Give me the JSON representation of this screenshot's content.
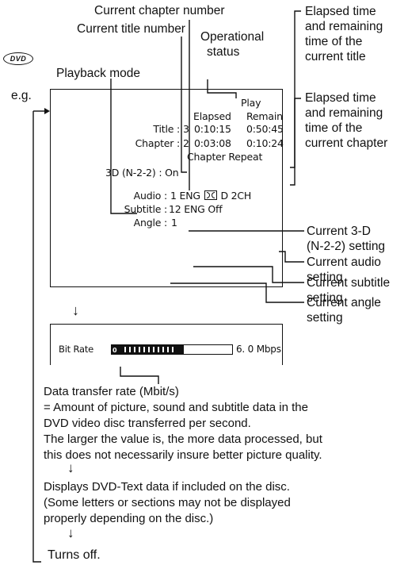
{
  "labels": {
    "current_chapter_number": "Current chapter number",
    "current_title_number": "Current title number",
    "operational_status": [
      "Operational",
      "status"
    ],
    "playback_mode": "Playback mode",
    "eg": "e.g.",
    "elapsed_remaining_title": [
      "Elapsed time",
      "and remaining",
      "time of the",
      "current title"
    ],
    "elapsed_remaining_chapter": [
      "Elapsed time",
      "and remaining",
      "time of the",
      "current chapter"
    ],
    "current_3d_setting": [
      "Current 3-D",
      "(N-2-2) setting"
    ],
    "current_audio_setting": [
      "Current audio",
      "setting"
    ],
    "current_subtitle_setting": [
      "Current subtitle",
      "setting"
    ],
    "current_angle_setting": [
      "Current angle",
      "setting"
    ]
  },
  "logo": "DVD",
  "osd": {
    "status": "Play",
    "col_elapsed": "Elapsed",
    "col_remain": "Remain",
    "title_label": "Title :",
    "title_number": "3",
    "title_elapsed": "0:10:15",
    "title_remain": "0:50:45",
    "chapter_label": "Chapter :",
    "chapter_number": "2",
    "chapter_elapsed": "0:03:08",
    "chapter_remain": "0:10:24",
    "playback_mode": "Chapter Repeat",
    "setting_3d": "3D (N-2-2) : On",
    "audio_label": "Audio :",
    "audio_value_a": "1 ENG",
    "audio_value_b": "D 2CH",
    "subtitle_label": "Subtitle :",
    "subtitle_value": "12 ENG Off",
    "angle_label": "Angle :",
    "angle_value": "1"
  },
  "bitrate": {
    "label": "Bit Rate",
    "scale_min": "0",
    "scale_max": "10",
    "value_text": "6. 0 Mbps",
    "level": 0.6
  },
  "arrow_glyph": "↓",
  "notes": {
    "data_transfer": [
      "Data transfer rate (Mbit/s)",
      "= Amount of picture, sound and subtitle data in the",
      "DVD video disc transferred per second.",
      "The larger the value is, the more data processed, but",
      "this does not necessarily insure better picture quality."
    ],
    "dvd_text": [
      "Displays DVD-Text data if included on the disc.",
      "(Some letters or sections may not be displayed",
      "properly depending on the disc.)"
    ],
    "turns_off": "Turns off."
  }
}
